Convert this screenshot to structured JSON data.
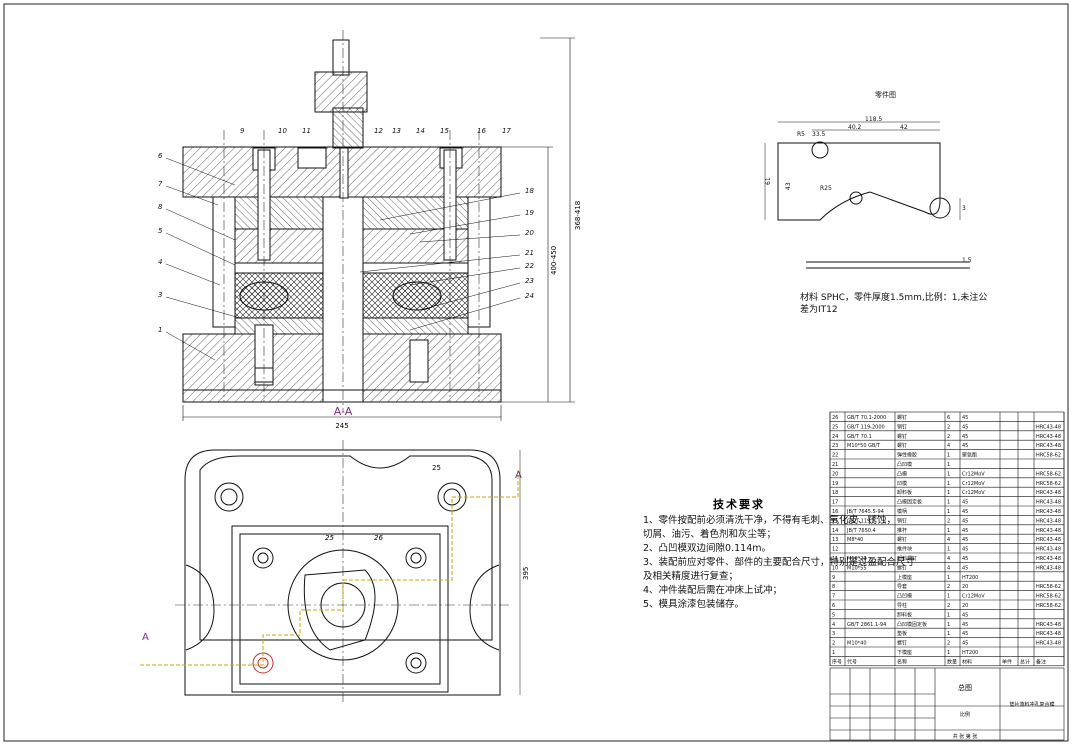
{
  "drawing": {
    "section_label": "A-A",
    "cut_label": "A",
    "overall_width": "245",
    "overall_height": "368-418",
    "height_b": "400-450",
    "base_height": "395",
    "angle_mark": "25",
    "part_numbers_left": [
      "6",
      "7",
      "8",
      "5",
      "4",
      "3",
      "1"
    ],
    "part_numbers_top": [
      "9",
      "10",
      "11",
      "12",
      "13",
      "14",
      "15",
      "16",
      "17"
    ],
    "part_numbers_right": [
      "18",
      "19",
      "20",
      "21",
      "22",
      "23",
      "24"
    ],
    "part_numbers_plan": [
      "25",
      "26"
    ]
  },
  "part_view": {
    "title": "零件图",
    "dims": [
      "118.5",
      "40.2",
      "42",
      "R5",
      "33.5",
      "61",
      "43",
      "R25",
      "3",
      "1.5"
    ],
    "material_note": "材料 SPHC，零件厚度1.5mm,比例：1,未注公差为IT12"
  },
  "tech_requirements": {
    "title": "技术要求",
    "items": [
      "1、零件按配前必须清洗干净，不得有毛刺、氧化皮、锈蚀，",
      "   切屑、油污、着色剂和灰尘等；",
      "2、凸凹模双边间隙0.114m。",
      "3、装配前应对零件、部件的主要配合尺寸，特别是过盈配合尺寸",
      "   及相关精度进行复查；",
      "4、冲件装配后需在冲床上试冲；",
      "5、模具涂漆包装储存。"
    ]
  },
  "bom": {
    "rows": [
      [
        "26",
        "GB/T 70.1-2000",
        "螺钉",
        "6",
        "45",
        "",
        "",
        ""
      ],
      [
        "25",
        "GB/T 119-2000",
        "销钉",
        "2",
        "45",
        "",
        "",
        "HRC43-48"
      ],
      [
        "24",
        "GB/T 70.1",
        "螺钉",
        "2",
        "45",
        "",
        "",
        "HRC43-48"
      ],
      [
        "23",
        "M10*50 GB/T",
        "螺钉",
        "4",
        "45",
        "",
        "",
        "HRC43-48"
      ],
      [
        "22",
        "",
        "弹性橡胶",
        "1",
        "聚氨酯",
        "",
        "",
        "HRC58-62"
      ],
      [
        "21",
        "",
        "凸凹模",
        "1",
        "",
        "",
        "",
        ""
      ],
      [
        "20",
        "",
        "凸模",
        "1",
        "Cr12MoV",
        "",
        "",
        "HRC58-62"
      ],
      [
        "19",
        "",
        "凹模",
        "1",
        "Cr12MoV",
        "",
        "",
        "HRC58-62"
      ],
      [
        "18",
        "",
        "卸料板",
        "1",
        "Cr12MoV",
        "",
        "",
        "HRC43-48"
      ],
      [
        "17",
        "",
        "凸模固定板",
        "1",
        "45",
        "",
        "",
        "HRC43-48"
      ],
      [
        "16",
        "JB/T 7645.5-94",
        "模柄",
        "1",
        "45",
        "",
        "",
        "HRC43-48"
      ],
      [
        "15",
        "GB/T 119.1",
        "销钉",
        "2",
        "45",
        "",
        "",
        "HRC43-48"
      ],
      [
        "14",
        "JB/T 7650.4",
        "推杆",
        "1",
        "45",
        "",
        "",
        "HRC43-48"
      ],
      [
        "13",
        "M8*40",
        "螺钉",
        "4",
        "45",
        "",
        "",
        "HRC43-48"
      ],
      [
        "12",
        "",
        "推件块",
        "1",
        "45",
        "",
        "",
        "HRC43-48"
      ],
      [
        "11",
        "M10*20",
        "卸料螺钉",
        "4",
        "45",
        "",
        "",
        "HRC43-48"
      ],
      [
        "10",
        "M10*55",
        "螺钉",
        "4",
        "45",
        "",
        "",
        "HRC43-48"
      ],
      [
        "9",
        "",
        "上模座",
        "1",
        "HT200",
        "",
        "",
        ""
      ],
      [
        "8",
        "",
        "导套",
        "2",
        "20",
        "",
        "",
        "HRC58-62"
      ],
      [
        "7",
        "",
        "凸凹模",
        "1",
        "Cr12MoV",
        "",
        "",
        "HRC58-62"
      ],
      [
        "6",
        "",
        "导柱",
        "2",
        "20",
        "",
        "",
        "HRC58-62"
      ],
      [
        "5",
        "",
        "卸料板",
        "1",
        "45",
        "",
        "",
        ""
      ],
      [
        "4",
        "GB/T 2861.1-94",
        "凸凹模固定板",
        "1",
        "45",
        "",
        "",
        "HRC43-48"
      ],
      [
        "3",
        "",
        "垫板",
        "1",
        "45",
        "",
        "",
        "HRC43-48"
      ],
      [
        "2",
        "M10*40",
        "螺钉",
        "2",
        "45",
        "",
        "",
        "HRC43-48"
      ],
      [
        "1",
        "",
        "下模座",
        "1",
        "HT200",
        "",
        "",
        ""
      ]
    ],
    "header": [
      "序号",
      "代号",
      "名称",
      "数量",
      "材料",
      "单件",
      "总计",
      "备注"
    ]
  },
  "title_block": {
    "drawing_name": "总图",
    "project": "垫片落料冲孔复合模",
    "scale_label": "比例",
    "sheet_label": "共 张 第 张"
  }
}
